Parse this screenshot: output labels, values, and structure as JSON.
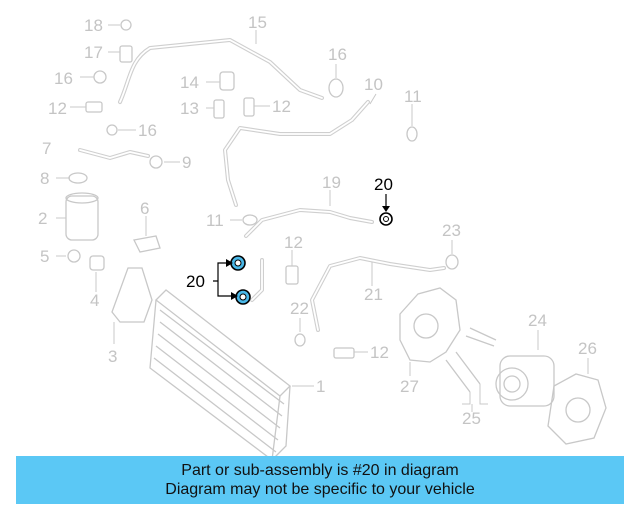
{
  "callouts": {
    "c1": "1",
    "c2": "2",
    "c3": "3",
    "c4": "4",
    "c5": "5",
    "c6": "6",
    "c7": "7",
    "c8": "8",
    "c9": "9",
    "c10": "10",
    "c11a": "11",
    "c11b": "11",
    "c12a": "12",
    "c12b": "12",
    "c12c": "12",
    "c12d": "12",
    "c13": "13",
    "c14": "14",
    "c15": "15",
    "c16a": "16",
    "c16b": "16",
    "c16c": "16",
    "c17": "17",
    "c18": "18",
    "c19": "19",
    "c20a": "20",
    "c20b": "20",
    "c21": "21",
    "c22": "22",
    "c23": "23",
    "c24": "24",
    "c25": "25",
    "c26": "26",
    "c27": "27"
  },
  "colors": {
    "highlight_seal": "#4ab8e8",
    "banner": "#5bc8f5",
    "faded_part": "#c8c8c8"
  },
  "banner": {
    "line1": "Part or sub-assembly is #20 in diagram",
    "line2": "Diagram may not be specific to your vehicle"
  }
}
